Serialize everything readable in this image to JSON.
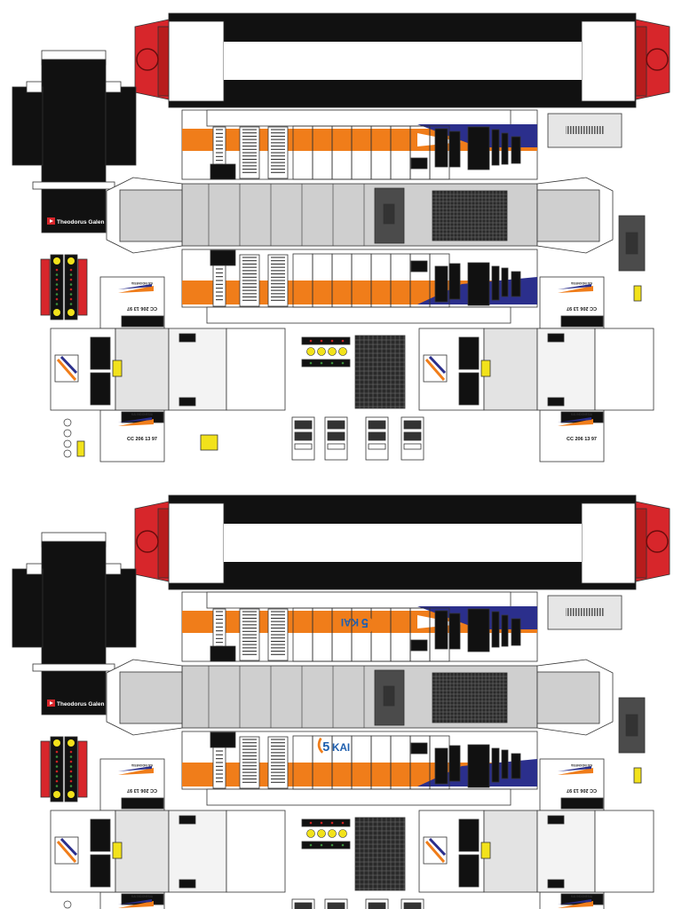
{
  "sheets": [
    {
      "id": "sheet-1",
      "watermark": {
        "text": "Theodorus Galen",
        "icon": "play-icon"
      },
      "cab_number_front": "CC 206 13 97",
      "cab_number_rear": "CC 206 13 97",
      "cab_small_text": "KAI INDONESIA",
      "has_logo": false
    },
    {
      "id": "sheet-2",
      "watermark": {
        "text": "Theodorus Galen",
        "icon": "play-icon"
      },
      "cab_number_front": "CC 206 13 97",
      "cab_number_rear": "CC 206 13 97",
      "cab_small_text": "KAI INDONESIA",
      "has_logo": true,
      "logo_text": "KAI"
    }
  ],
  "colors": {
    "black": "#111111",
    "red": "#d7262b",
    "orange": "#f07d1a",
    "navy": "#2b2f8c",
    "grey": "#cfcfcf",
    "dark_grey": "#4b4b4b",
    "yellow": "#f2e21b",
    "blue_logo": "#1f5fae"
  }
}
